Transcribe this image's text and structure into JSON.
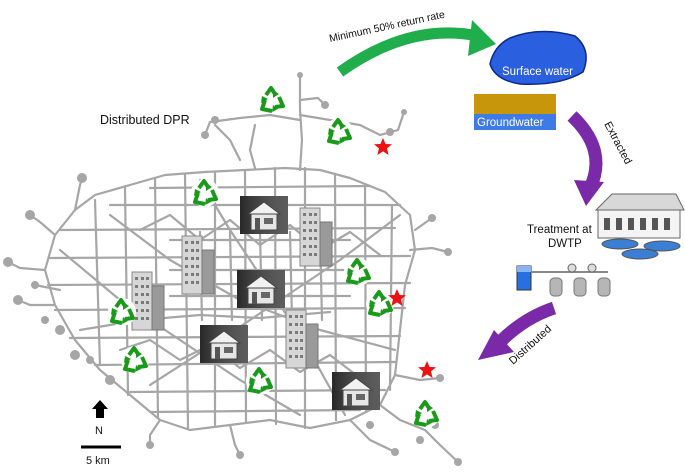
{
  "labels": {
    "distributed_dpr": "Distributed DPR",
    "return_rate": "Minimum 50% return rate",
    "surface_water": "Surface water",
    "groundwater": "Groundwater",
    "extracted": "Extracted",
    "treatment_line1": "Treatment at",
    "treatment_line2": "DWTP",
    "distributed": "Distributed",
    "north": "N",
    "scale": "5 km"
  },
  "icons": {
    "recycle": "recycle-icon",
    "house": "house-icon",
    "tower": "tower-building-icon",
    "star": "star-icon",
    "north_arrow": "north-arrow-icon",
    "treatment_plant": "treatment-plant-icon"
  },
  "colors": {
    "network": "#a6a6a6",
    "recycle": "#1a9a1a",
    "star": "#ee1111",
    "arrow_green": "#1fae4b",
    "arrow_purple": "#7a2aa8",
    "surface_water": "#2a5fe0",
    "groundwater_band": "#c8960a",
    "groundwater_fill": "#3f7be6"
  }
}
